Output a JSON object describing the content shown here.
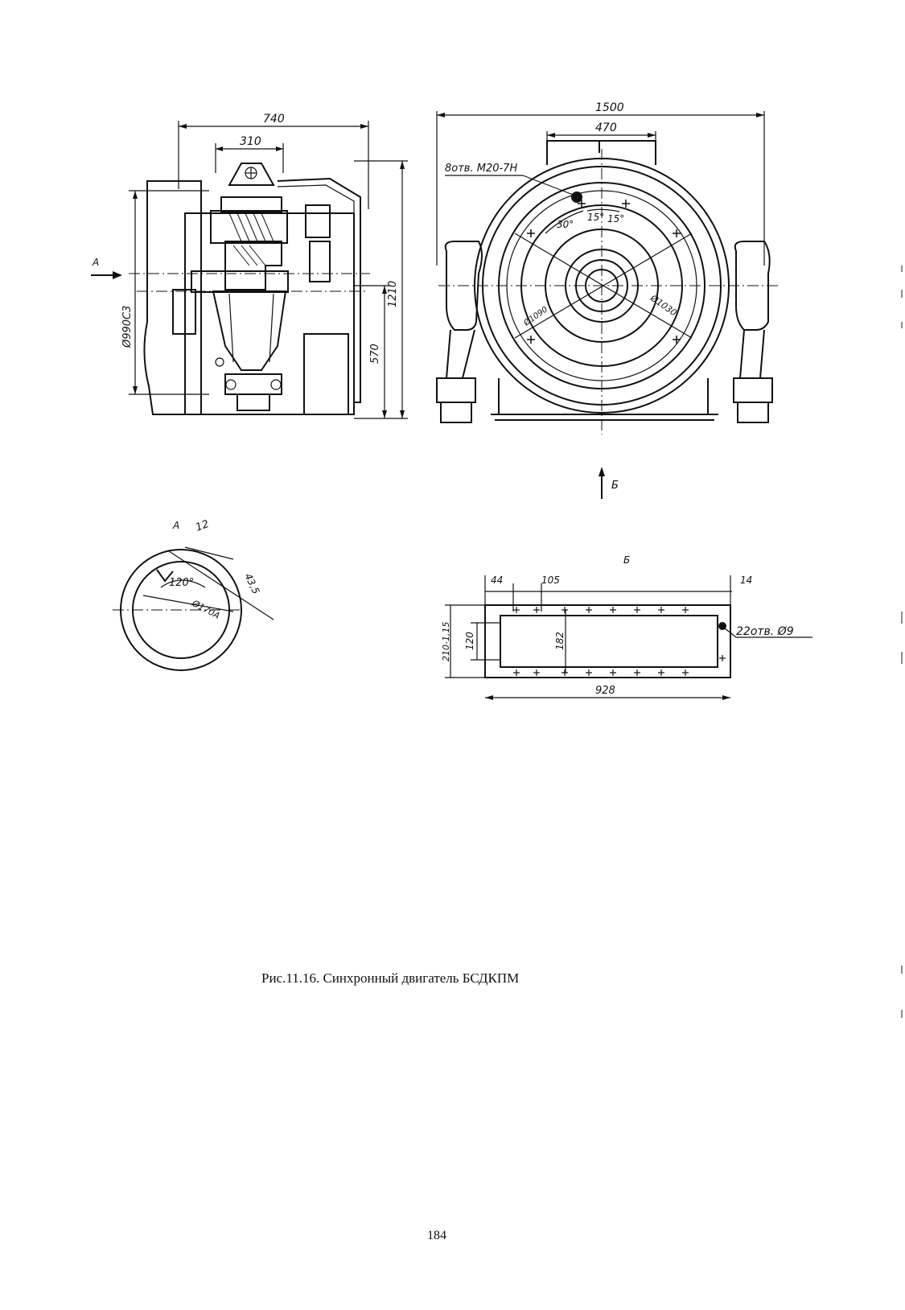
{
  "caption": "Рис.11.16. Синхронный двигатель БСДКПМ",
  "page_number": "184",
  "side_view": {
    "dims": {
      "width_total": "740",
      "width_inner": "310",
      "height_total": "1210",
      "height_lower": "570",
      "diameter": "Ø990С3"
    },
    "view_arrow_label": "А"
  },
  "front_view": {
    "dims": {
      "width_total": "1500",
      "width_top": "470",
      "holes": "8отв. М20-7Н",
      "angle_a": "30°",
      "angle_b": "15°",
      "angle_c": "15°",
      "diam_large": "Ø1030",
      "diam_small": "Ø1090"
    },
    "view_arrow_label": "Б"
  },
  "detail_a": {
    "label": "А",
    "dim_12": "12",
    "angle": "120°",
    "diameter": "Ø170А",
    "dim_43": "43,5"
  },
  "detail_b": {
    "label": "Б",
    "dim_44": "44",
    "dim_105": "105",
    "dim_14": "14",
    "dim_210": "210-1,15",
    "dim_120": "120",
    "dim_182": "182",
    "dim_928": "928",
    "holes": "22отв. Ø9"
  }
}
